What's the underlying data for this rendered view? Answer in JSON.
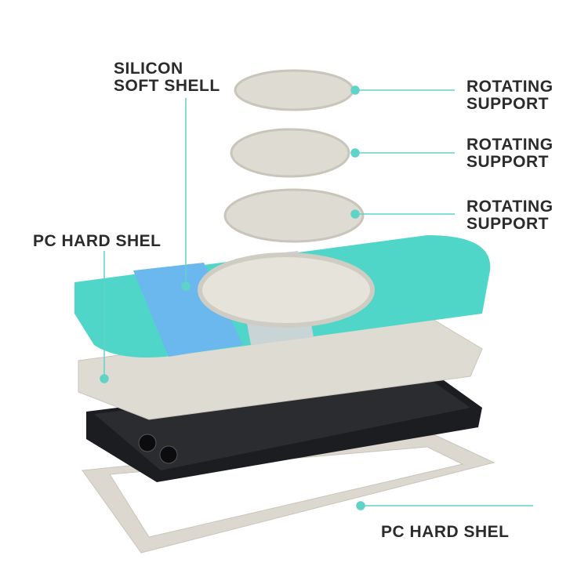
{
  "labels": {
    "silicon_soft_shell_1": "SILICON",
    "silicon_soft_shell_2": "SOFT SHELL",
    "rotating_1a": "ROTATING",
    "rotating_1b": "SUPPORT",
    "rotating_2a": "ROTATING",
    "rotating_2b": "SUPPORT",
    "rotating_3a": "ROTATING",
    "rotating_3b": "SUPPORT",
    "pc_hard_shel_top": "PC HARD SHEL",
    "pc_hard_shel_bottom": "PC HARD SHEL"
  },
  "colors": {
    "leader": "#5fd3c8",
    "beige": "#dedbd2",
    "teal": "#4fd6c8",
    "blue": "#6ab8ee",
    "phone": "#1c1d20"
  }
}
